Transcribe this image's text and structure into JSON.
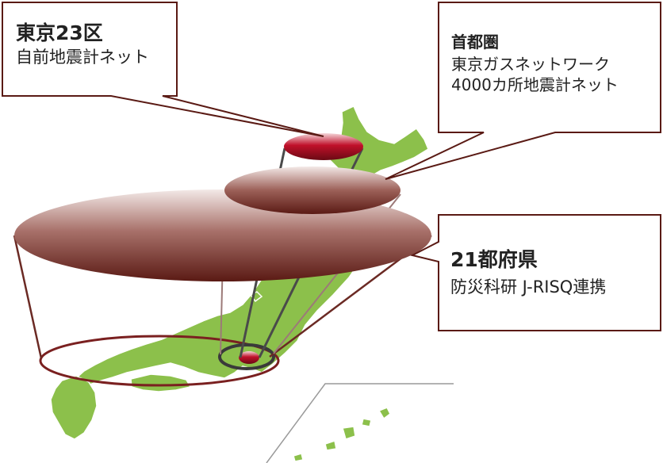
{
  "callouts": {
    "tokyo23": {
      "title": "東京23区",
      "line1": "自前地震計ネット"
    },
    "shutoken": {
      "title": "首都圏",
      "line1": "東京ガスネットワーク",
      "line2": "4000カ所地震計ネット"
    },
    "prefectures21": {
      "title": "21都府県",
      "line1": "防災科研 J-RISQ連携"
    }
  },
  "colors": {
    "land": "#8cc04b",
    "coast": "#ffffff",
    "disk_dark": "#5a1a14",
    "disk_light": "#f2e6e4",
    "red_core": "#c0102a",
    "outline": "#6b2a24",
    "frame": "#3a3a3a"
  }
}
